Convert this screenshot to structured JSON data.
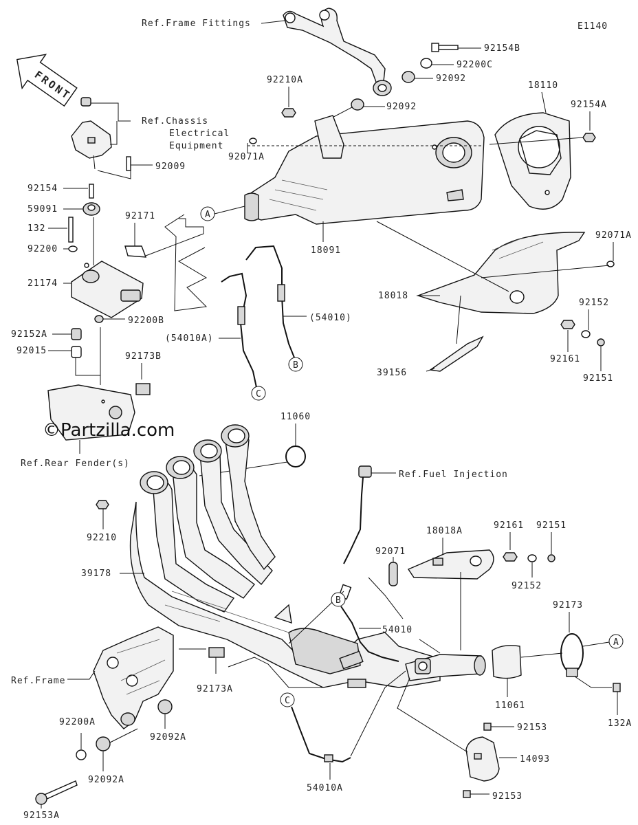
{
  "diagram_id": "E1140",
  "watermark": "©Partzilla.com",
  "front_label": "FRONT",
  "refs": {
    "frame_fittings": "Ref.Frame Fittings",
    "chassis_1": "Ref.Chassis",
    "chassis_2": "Electrical",
    "chassis_3": "Equipment",
    "rear_fender": "Ref.Rear Fender(s)",
    "fuel_injection": "Ref.Fuel Injection",
    "frame": "Ref.Frame"
  },
  "callouts": {
    "a1": "A",
    "a2": "A",
    "b1": "B",
    "b2": "B",
    "c1": "C",
    "c2": "C"
  },
  "parts": {
    "p92154B": "92154B",
    "p92200C": "92200C",
    "p92092_top": "92092",
    "p92092_mid": "92092",
    "p92210A": "92210A",
    "p18110": "18110",
    "p92154A": "92154A",
    "p92071A_left": "92071A",
    "p18091": "18091",
    "p92071A_right": "92071A",
    "p18018": "18018",
    "p92152_top": "92152",
    "p92161_top": "92161",
    "p92151_top": "92151",
    "p39156": "39156",
    "p92009": "92009",
    "p92154": "92154",
    "p59091": "59091",
    "p132": "132",
    "p92200": "92200",
    "p92171": "92171",
    "p21174": "21174",
    "p92200B": "92200B",
    "p92152A": "92152A",
    "p92015": "92015",
    "p92173B": "92173B",
    "p54010_top": "(54010)",
    "p54010A_top": "(54010A)",
    "p11060": "11060",
    "p92210": "92210",
    "p39178": "39178",
    "p18018A": "18018A",
    "p92071": "92071",
    "p92161_bot": "92161",
    "p92151_bot": "92151",
    "p92152_bot": "92152",
    "p92173": "92173",
    "p54010_bot": "54010",
    "p11061": "11061",
    "p132A": "132A",
    "p92173A": "92173A",
    "p92200A": "92200A",
    "p92092A_1": "92092A",
    "p92092A_2": "92092A",
    "p92153A": "92153A",
    "p54010A_bot": "54010A",
    "p92153_top": "92153",
    "p14093": "14093",
    "p92153_bot": "92153"
  }
}
